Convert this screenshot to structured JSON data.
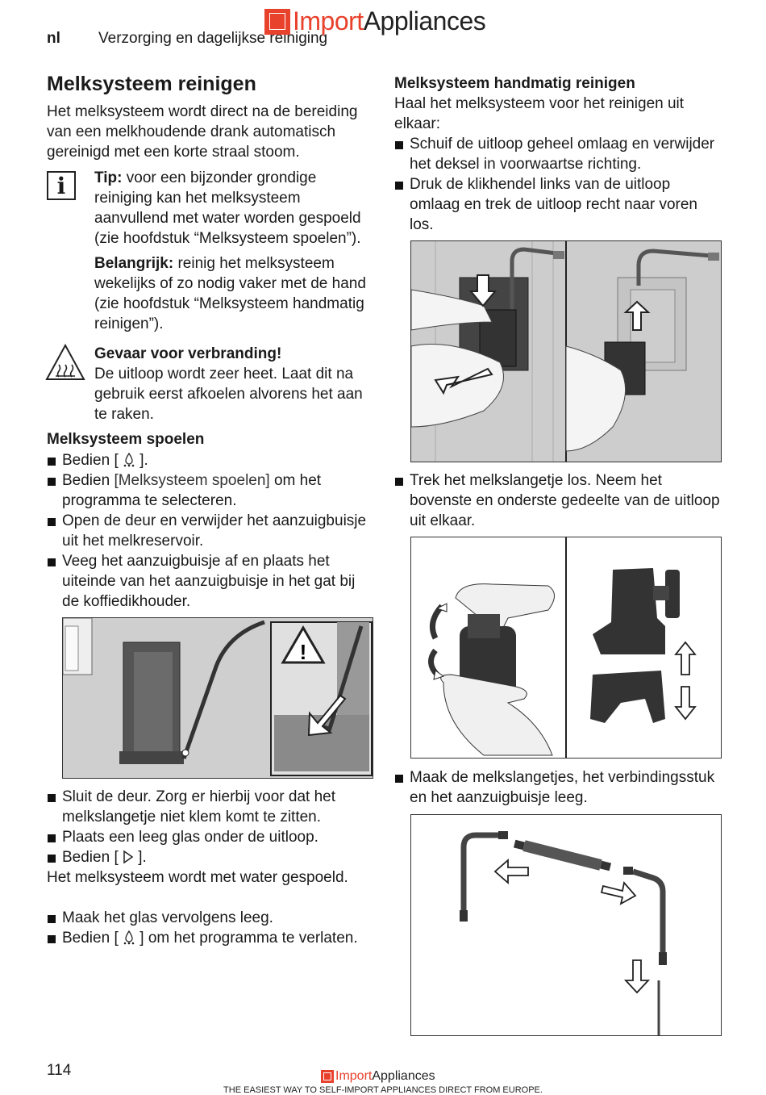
{
  "header": {
    "language": "nl",
    "section": "Verzorging en dagelijkse reiniging"
  },
  "logo": {
    "import": "Import",
    "appliances": "Appliances"
  },
  "footer": {
    "page_number": "114",
    "tagline": "THE EASIEST WAY TO SELF-IMPORT APPLIANCES DIRECT FROM EUROPE."
  },
  "left": {
    "title": "Melksysteem reinigen",
    "intro": "Het melksysteem wordt direct na de bereiding van een melkhoudende drank automatisch gereinigd met een korte straal stoom.",
    "tip_label": "Tip:",
    "tip_text": " voor een bijzonder grondige reiniging kan het melksysteem aanvullend met water worden gespoeld (zie hoofdstuk “Melksysteem spoelen”).",
    "important_label": "Belangrijk:",
    "important_text": " reinig het melksysteem wekelijks of zo nodig vaker met de hand (zie hoofdstuk “Melksysteem handmatig reinigen”).",
    "danger_title": "Gevaar voor verbranding!",
    "danger_text": "De uitloop wordt zeer heet. Laat dit na gebruik eerst afkoelen alvorens het aan te raken.",
    "rinse_title": "Melksysteem spoelen",
    "rinse_steps": {
      "s1_pre": "Bedien [ ",
      "s1_post": " ].",
      "s2_pre": "Bedien ",
      "s2_display": "[Melksysteem spoelen]",
      "s2_post": " om het programma te selecteren.",
      "s3": "Open de deur en verwijder het aanzuigbuisje uit het melkreservoir.",
      "s4": "Veeg het aanzuigbuisje af en plaats het uiteinde van het aanzuigbuisje in het gat bij de koffiedikhouder."
    },
    "after_steps": {
      "s5": "Sluit de deur. Zorg er hierbij voor dat het melkslangetje niet klem komt te zitten.",
      "s6": "Plaats een leeg glas onder de uitloop.",
      "s7_pre": "Bedien [ ",
      "s7_post": " ].",
      "result": "Het melksysteem wordt met water gespoeld.",
      "s8": "Maak het glas vervolgens leeg.",
      "s9_pre": "Bedien [ ",
      "s9_post": " ] om het programma te verlaten."
    }
  },
  "right": {
    "title": "Melksysteem handmatig reinigen",
    "intro": "Haal het melksysteem voor het reinigen uit elkaar:",
    "steps": [
      "Schuif de uitloop geheel omlaag en verwijder het deksel in voorwaartse richting.",
      "Druk de klikhendel links van de uitloop omlaag en trek de uitloop recht naar voren los."
    ],
    "step3": "Trek het melkslangetje los. Neem het bovenste en onderste gedeelte van de uitloop uit elkaar.",
    "step4": "Maak de melkslangetjes, het verbindingsstuk en het aanzuigbuisje leeg."
  },
  "icons": {
    "info": "info-icon",
    "hot_surface": "hot-surface-warning-icon",
    "milk": "milk-system-icon",
    "start": "start-icon"
  },
  "colors": {
    "brand": "#e8412c"
  }
}
